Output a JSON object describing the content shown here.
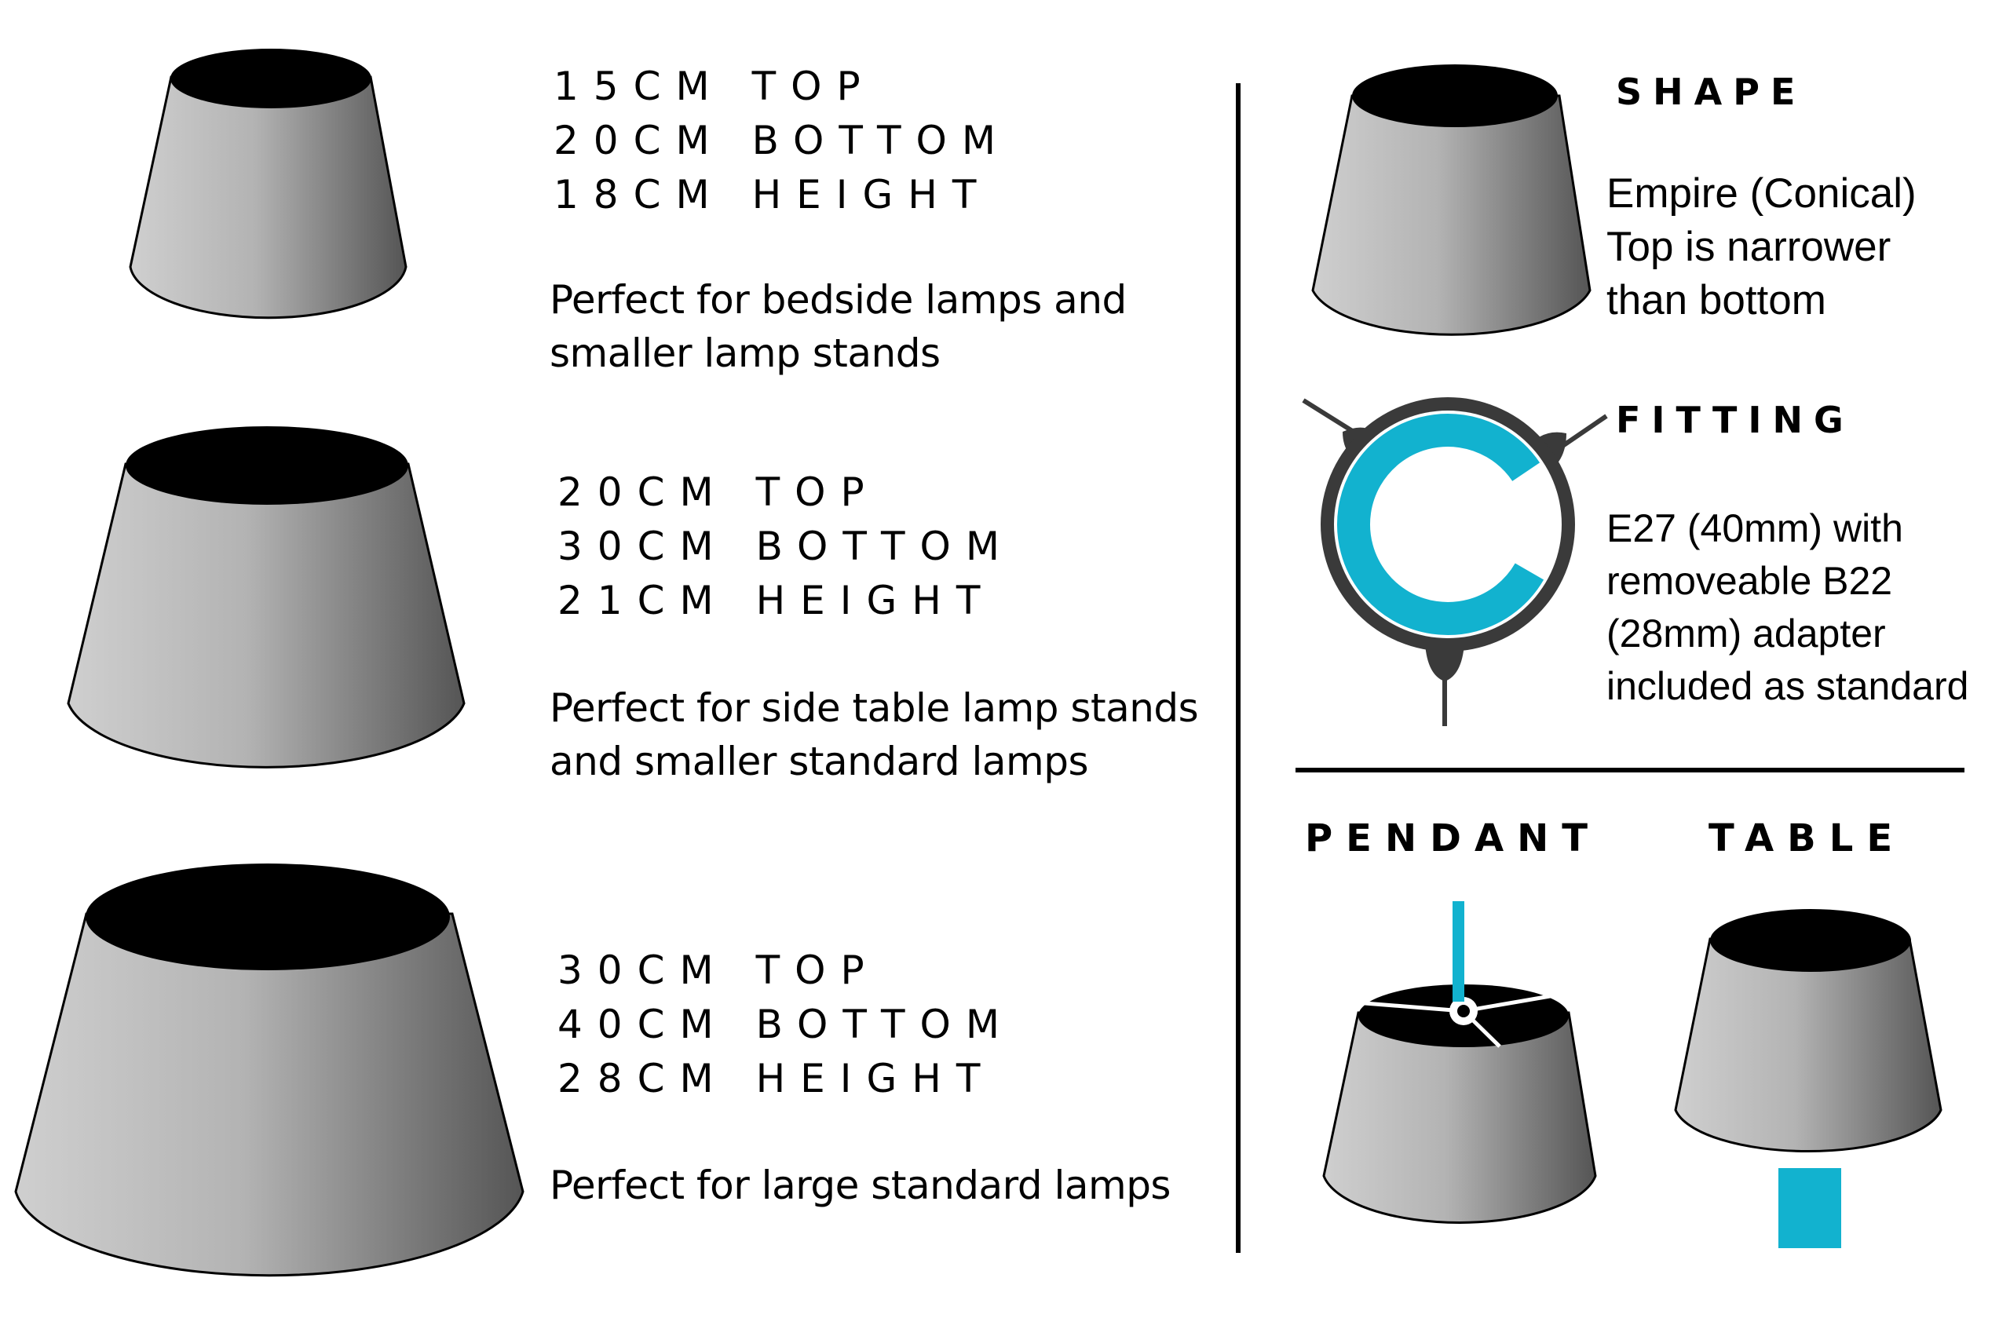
{
  "sizes": [
    {
      "top": "15CM TOP",
      "bottom": "20CM BOTTOM",
      "height": "18CM HEIGHT",
      "desc_line1": "Perfect for bedside lamps and",
      "desc_line2": "smaller lamp stands"
    },
    {
      "top": "20CM TOP",
      "bottom": "30CM BOTTOM",
      "height": "21CM HEIGHT",
      "desc_line1": "Perfect for side table lamp stands",
      "desc_line2": "and smaller standard lamps"
    },
    {
      "top": "30CM TOP",
      "bottom": "40CM BOTTOM",
      "height": "28CM HEIGHT",
      "desc_line1": "Perfect for large standard lamps"
    }
  ],
  "shape": {
    "heading": "SHAPE",
    "line1": "Empire (Conical)",
    "line2": "Top is narrower",
    "line3": "than bottom"
  },
  "fitting": {
    "heading": "FITTING",
    "line1": "E27 (40mm) with",
    "line2": "removeable B22",
    "line3": "(28mm) adapter",
    "line4": "included as standard"
  },
  "mounts": {
    "pendant": "PENDANT",
    "table": "TABLE"
  },
  "colors": {
    "accent": "#12b2cf",
    "fitting_ring": "#3a3a3a",
    "shade_light": "#cfcfcf",
    "shade_dark": "#5a5a5a"
  }
}
